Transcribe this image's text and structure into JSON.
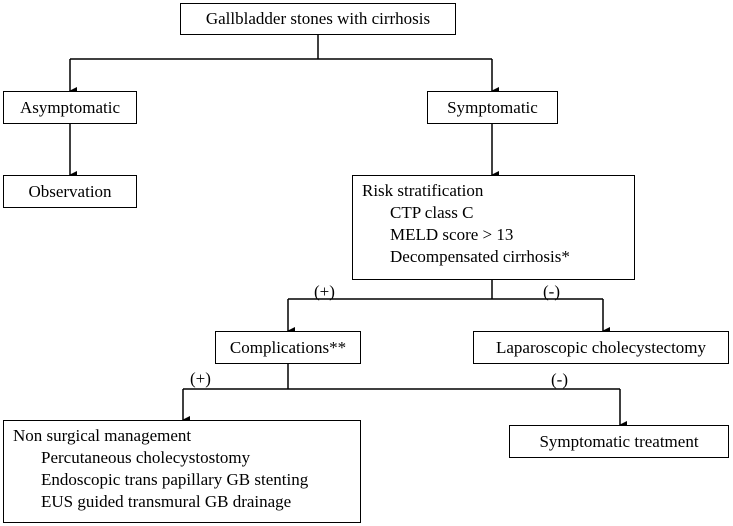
{
  "nodes": {
    "root": "Gallbladder stones with cirrhosis",
    "asymptomatic": "Asymptomatic",
    "symptomatic": "Symptomatic",
    "observation": "Observation",
    "risk": {
      "title": "Risk stratification",
      "items": [
        "CTP class C",
        "MELD score > 13",
        "Decompensated cirrhosis*"
      ]
    },
    "complications": "Complications**",
    "lap_chole": "Laparoscopic cholecystectomy",
    "non_surgical": {
      "title": "Non surgical management",
      "items": [
        "Percutaneous cholecystostomy",
        "Endoscopic trans papillary GB stenting",
        "EUS guided transmural GB drainage"
      ]
    },
    "symptomatic_treatment": "Symptomatic treatment"
  },
  "edge_labels": {
    "risk_positive": "(+)",
    "risk_negative": "(-)",
    "comp_positive": "(+)",
    "comp_negative": "(-)"
  }
}
